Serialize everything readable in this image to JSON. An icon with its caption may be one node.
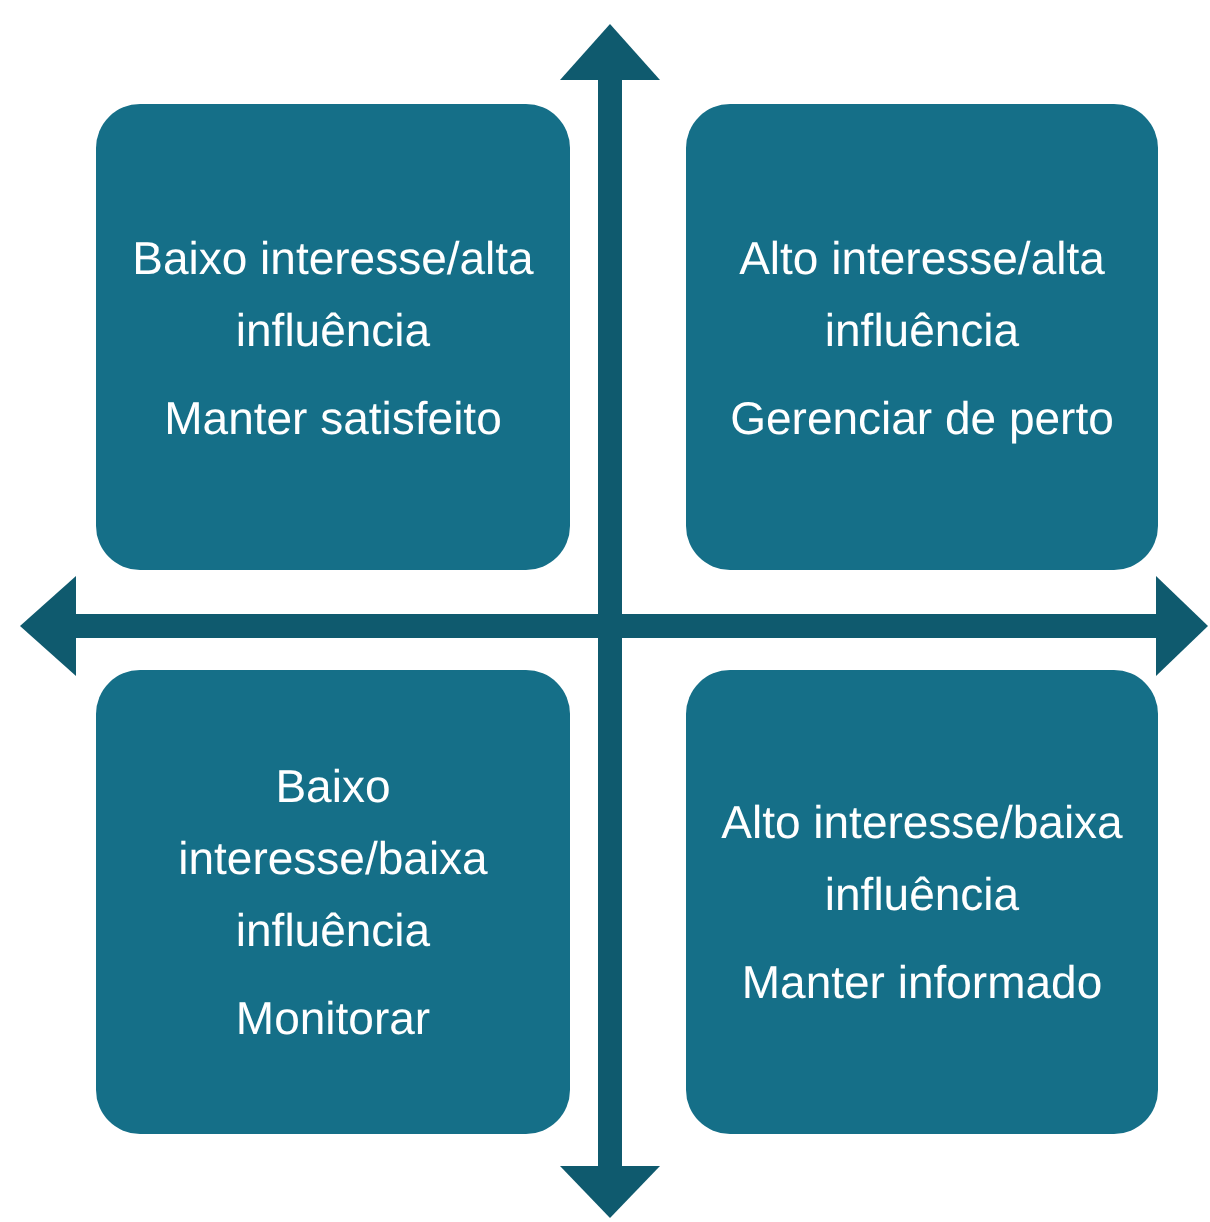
{
  "diagram": {
    "nodes": [
      {
        "text": [
          "Baixo interesse/alta influência",
          "Manter satisfeito"
        ]
      },
      {
        "text": [
          "Alto interesse/alta influência",
          "Gerenciar de perto"
        ]
      },
      {
        "text": [
          "Baixo interesse/baixa influência",
          "Monitorar"
        ]
      },
      {
        "text": [
          "Alto interesse/baixa influência",
          "Manter informado"
        ]
      }
    ]
  }
}
